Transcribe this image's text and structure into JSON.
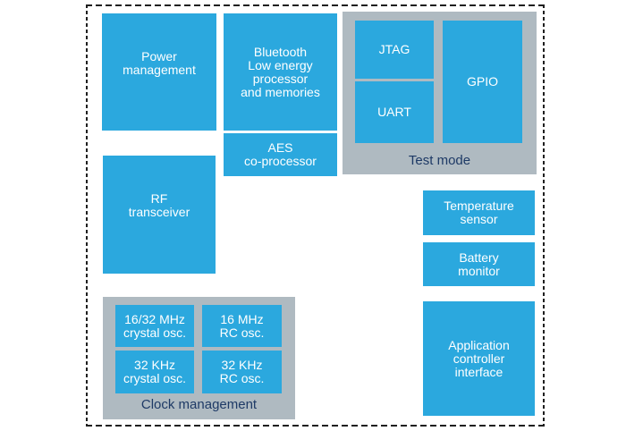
{
  "colors": {
    "block_blue": "#2BA8DE",
    "group_gray": "#AFBAC1",
    "label_navy": "#1E3A66",
    "border_black": "#1F1F1F",
    "block_text_white": "#FFFFFF"
  },
  "blocks": {
    "power_management": {
      "label": "Power\nmanagement"
    },
    "bluetooth_processor": {
      "label": "Bluetooth\nLow energy\nprocessor\nand memories"
    },
    "aes_coprocessor": {
      "label": "AES\nco-processor"
    },
    "rf_transceiver": {
      "label": "RF\ntransceiver"
    },
    "temperature_sensor": {
      "label": "Temperature\nsensor"
    },
    "battery_monitor": {
      "label": "Battery\nmonitor"
    },
    "application_controller_interface": {
      "label": "Application\ncontroller\ninterface"
    }
  },
  "groups": {
    "test_mode": {
      "label": "Test mode",
      "blocks": {
        "jtag": {
          "label": "JTAG"
        },
        "uart": {
          "label": "UART"
        },
        "gpio": {
          "label": "GPIO"
        }
      }
    },
    "clock_management": {
      "label": "Clock management",
      "blocks": {
        "crystal_16_32_mhz": {
          "label": "16/32 MHz\ncrystal osc."
        },
        "rc_16_mhz": {
          "label": "16 MHz\nRC osc."
        },
        "crystal_32_khz": {
          "label": "32 KHz\ncrystal osc."
        },
        "rc_32_khz": {
          "label": "32 KHz\nRC osc."
        }
      }
    }
  }
}
